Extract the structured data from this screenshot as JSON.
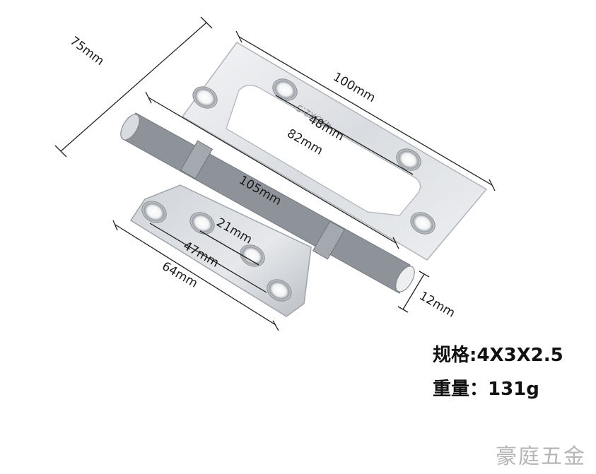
{
  "dimensions": {
    "height_75": "75mm",
    "width_100": "100mm",
    "hole_48": "48mm",
    "hole_82": "82mm",
    "knuckle_105": "105mm",
    "hole_21": "21mm",
    "hole_47": "47mm",
    "leaf_64": "64mm",
    "pin_12": "12mm"
  },
  "plate_engraving": "4X3X2.5",
  "specs": {
    "size": "规格:4X3X2.5",
    "weight": "重量：131g"
  },
  "watermark": "豪庭五金",
  "colors": {
    "steel": "#dcdfe3",
    "steel_dark": "#8e949b",
    "line": "#222222"
  }
}
